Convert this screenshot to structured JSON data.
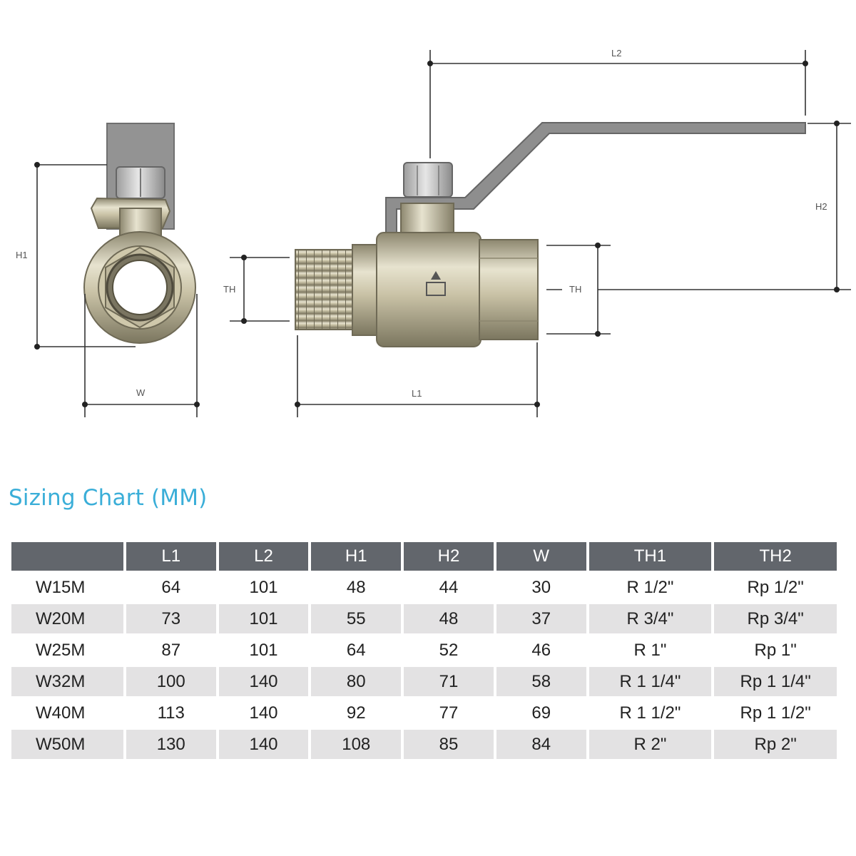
{
  "drawing": {
    "labels": {
      "h1": "H1",
      "w": "W",
      "th_left": "TH",
      "l1": "L1",
      "l2": "L2",
      "h2": "H2",
      "th_right": "TH"
    },
    "colors": {
      "brass_light": "#e0dcc6",
      "brass_mid": "#b6af93",
      "brass_dark": "#857f68",
      "handle": "#909090",
      "nut": "#c8c8c8",
      "dimension_line": "#333333"
    }
  },
  "chart": {
    "title": "Sizing Chart (MM)",
    "columns": [
      "",
      "L1",
      "L2",
      "H1",
      "H2",
      "W",
      "TH1",
      "TH2"
    ],
    "rows": [
      [
        "W15M",
        "64",
        "101",
        "48",
        "44",
        "30",
        "R 1/2\"",
        "Rp 1/2\""
      ],
      [
        "W20M",
        "73",
        "101",
        "55",
        "48",
        "37",
        "R 3/4\"",
        "Rp 3/4\""
      ],
      [
        "W25M",
        "87",
        "101",
        "64",
        "52",
        "46",
        "R 1\"",
        "Rp 1\""
      ],
      [
        "W32M",
        "100",
        "140",
        "80",
        "71",
        "58",
        "R 1 1/4\"",
        "Rp 1 1/4\""
      ],
      [
        "W40M",
        "113",
        "140",
        "92",
        "77",
        "69",
        "R 1 1/2\"",
        "Rp 1 1/2\""
      ],
      [
        "W50M",
        "130",
        "140",
        "108",
        "85",
        "84",
        "R 2\"",
        "Rp 2\""
      ]
    ],
    "colors": {
      "title": "#3aaed8",
      "header_bg": "#62666c",
      "header_text": "#ffffff",
      "shaded_row": "#e3e2e3"
    }
  }
}
